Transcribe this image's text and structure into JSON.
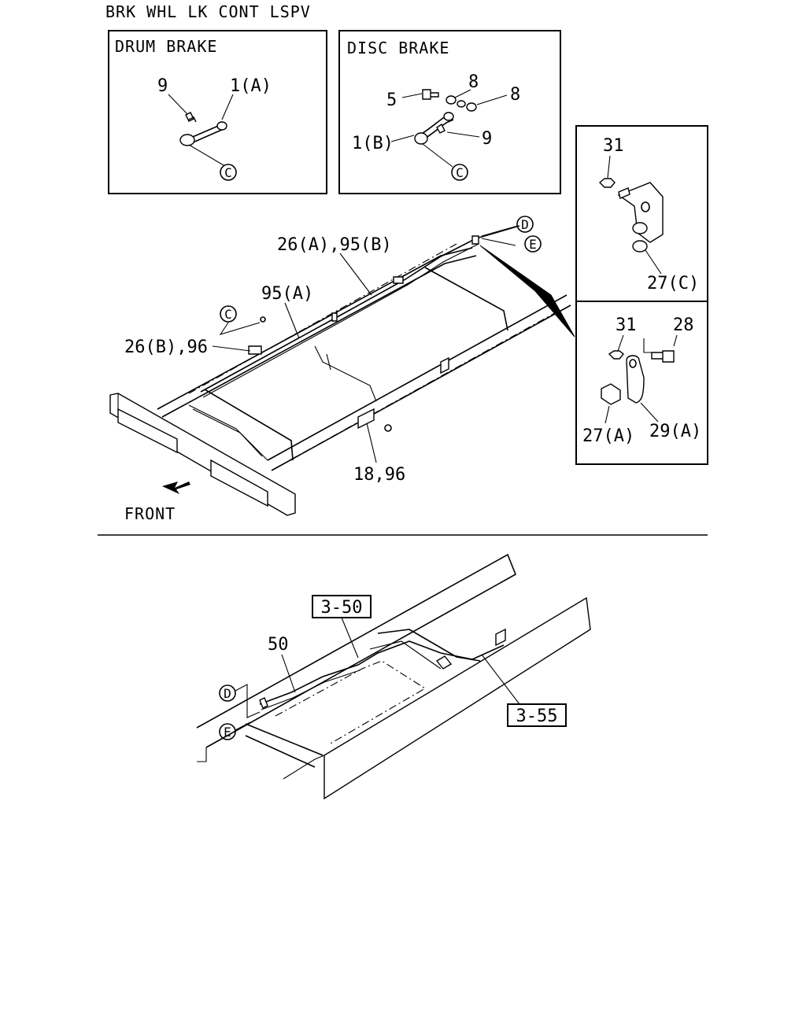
{
  "header": {
    "title": "BRK WHL LK CONT LSPV"
  },
  "drum_panel": {
    "title": "DRUM BRAKE",
    "labels": {
      "p9": "9",
      "p1a": "1(A)",
      "ref_c": "C"
    }
  },
  "disc_panel": {
    "title": "DISC BRAKE",
    "labels": {
      "p5": "5",
      "p8a": "8",
      "p8b": "8",
      "p1b": "1(B)",
      "p9": "9",
      "ref_c": "C"
    }
  },
  "detail_top": {
    "labels": {
      "p31": "31",
      "p27c": "27(C)"
    }
  },
  "detail_bottom": {
    "labels": {
      "p31": "31",
      "p28": "28",
      "p27a": "27(A)",
      "p29a": "29(A)"
    }
  },
  "main_view": {
    "labels": {
      "ref_d": "D",
      "ref_e": "E",
      "ref_c": "C",
      "p26a_95b": "26(A),95(B)",
      "p95a": "95(A)",
      "p26b_96": "26(B),96",
      "p18_96": "18,96",
      "front": "FRONT"
    }
  },
  "lower_view": {
    "labels": {
      "ref_350": "3-50",
      "p50": "50",
      "ref_d": "D",
      "ref_e": "E",
      "ref_355": "3-55"
    }
  }
}
